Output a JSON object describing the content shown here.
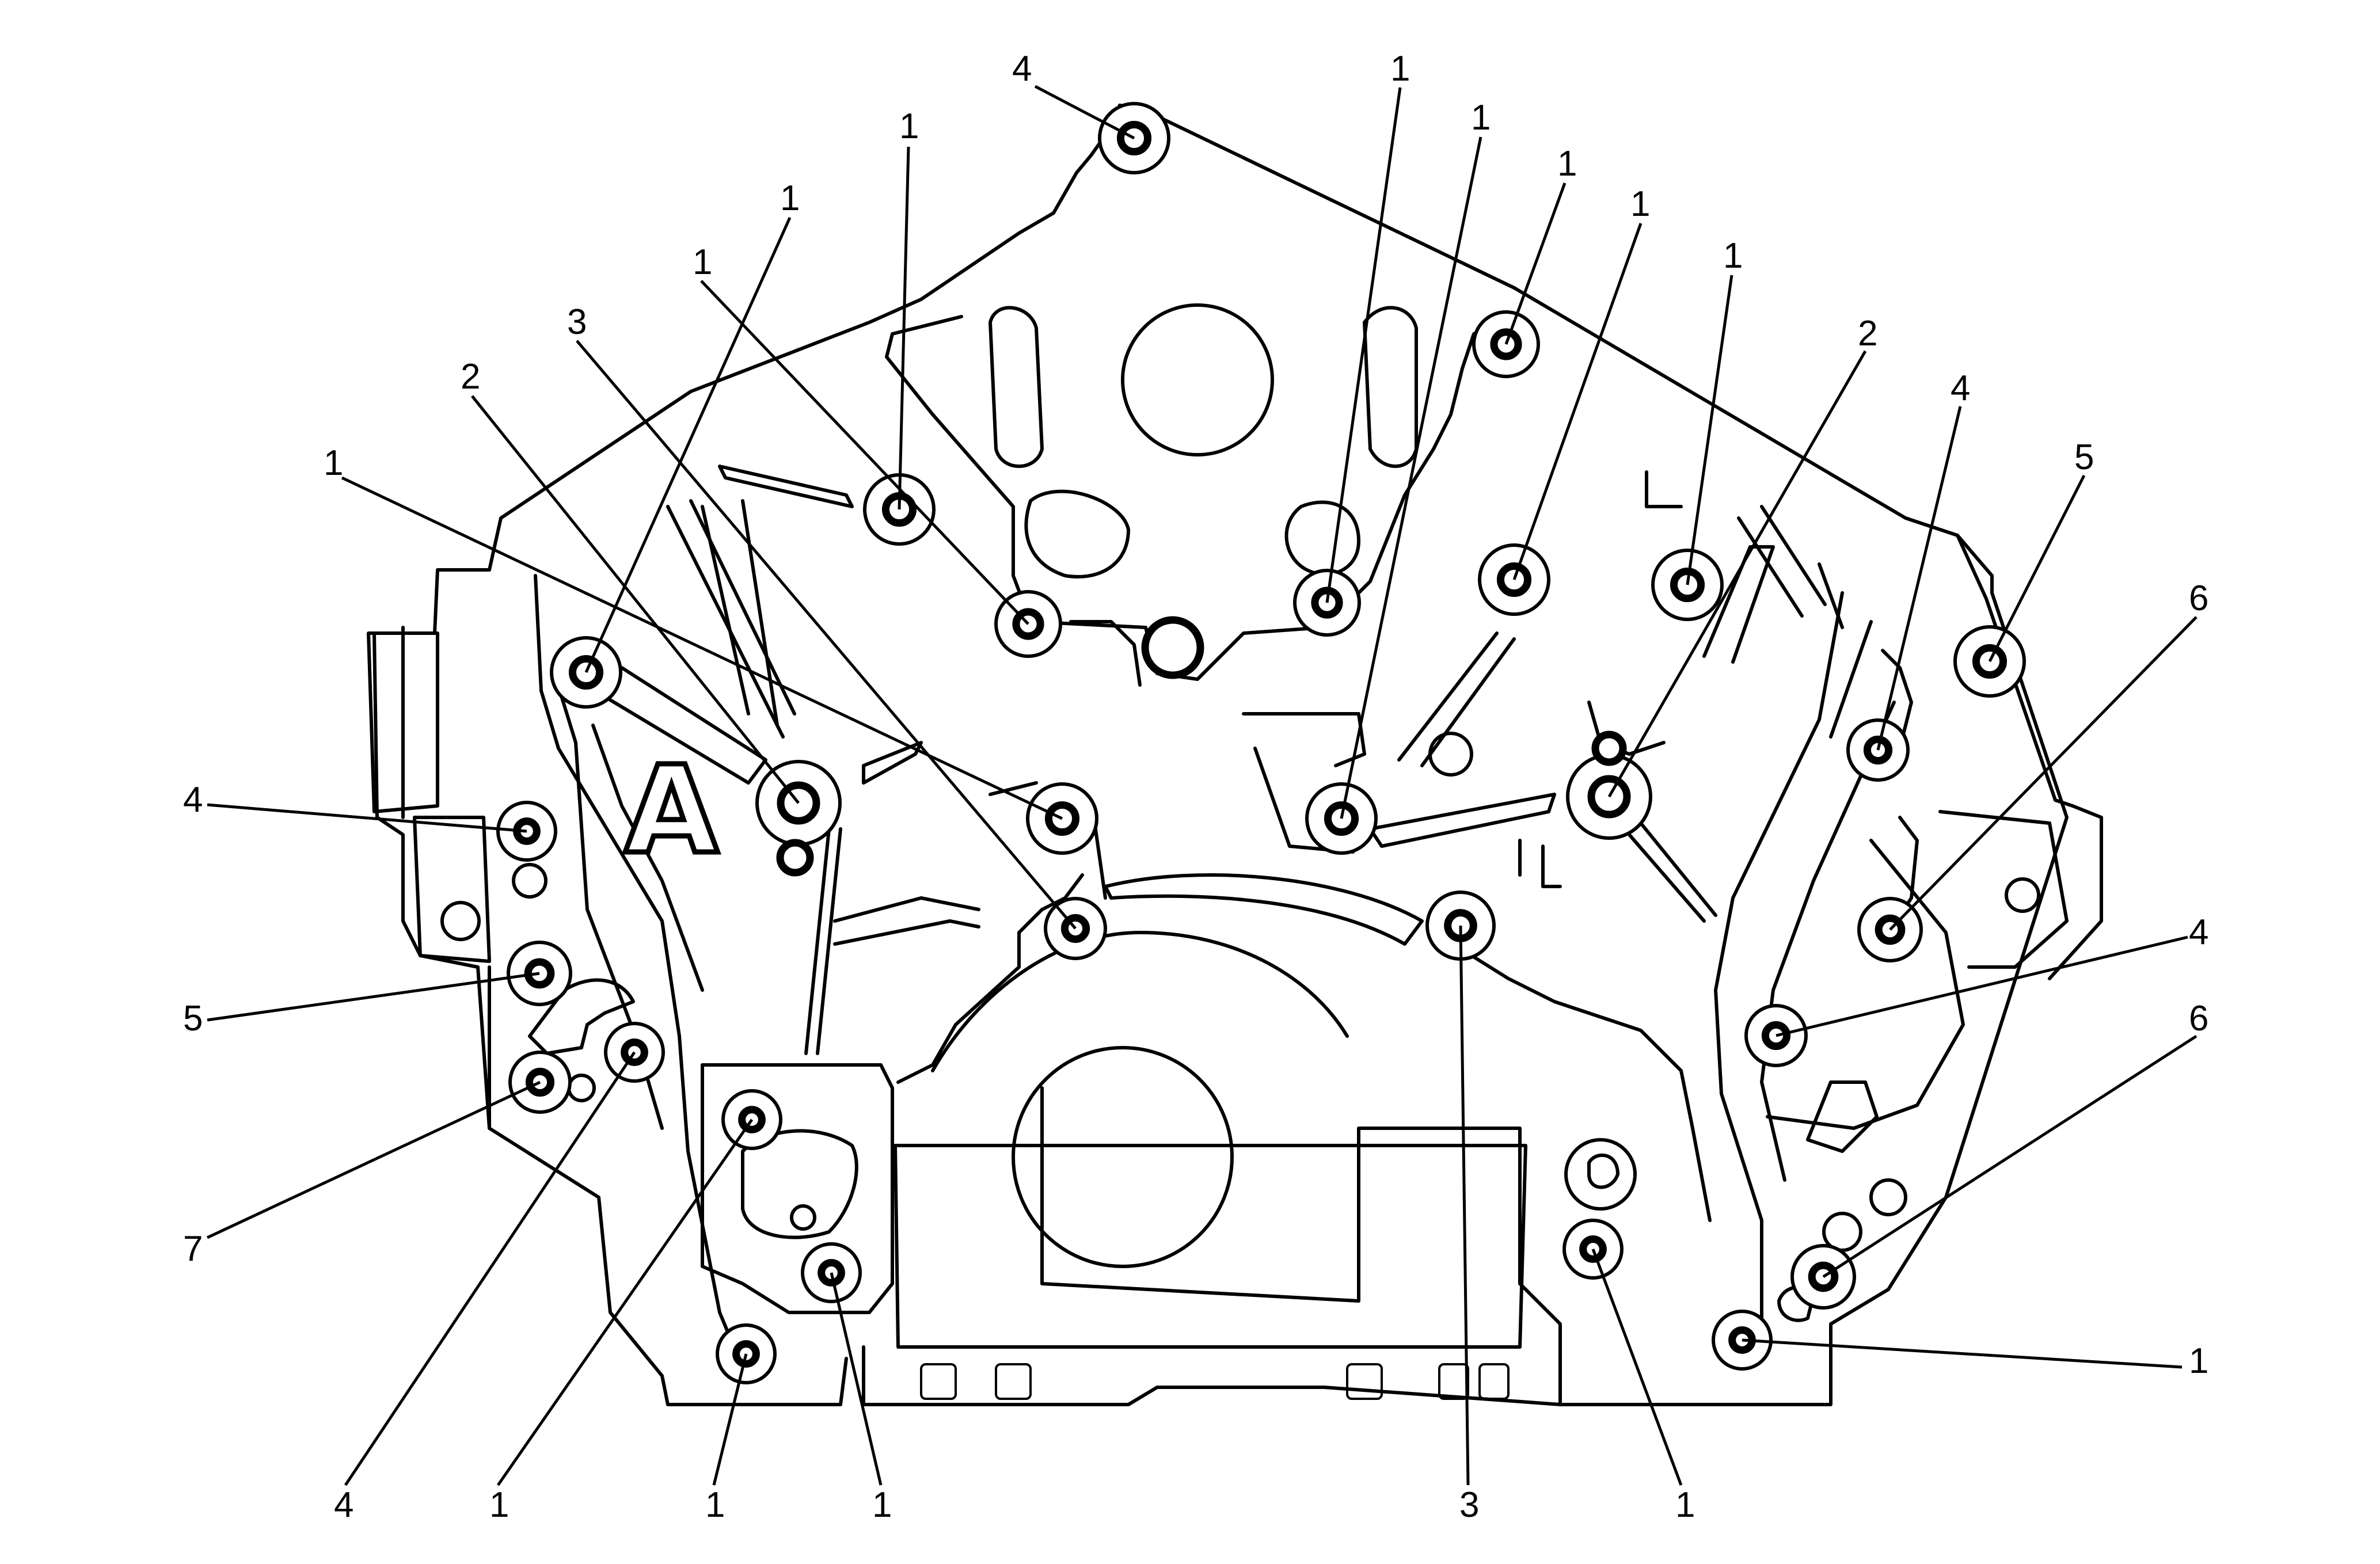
{
  "diagram": {
    "block_stamp": "A",
    "callouts": [
      {
        "id": "c1",
        "number": "4",
        "target": "top-corner-bolt"
      },
      {
        "id": "c2",
        "number": "1",
        "target": "upper-left-bolt-a"
      },
      {
        "id": "c3",
        "number": "1",
        "target": "upper-left-bolt-b"
      },
      {
        "id": "c4",
        "number": "1",
        "target": "upper-left-bolt-c"
      },
      {
        "id": "c5",
        "number": "3",
        "target": "lower-center-left-bolt"
      },
      {
        "id": "c6",
        "number": "2",
        "target": "left-boss-bolt"
      },
      {
        "id": "c7",
        "number": "1",
        "target": "left-deck-bolt"
      },
      {
        "id": "c8",
        "number": "1",
        "target": "center-bolt-a"
      },
      {
        "id": "c9",
        "number": "1",
        "target": "center-bolt-b"
      },
      {
        "id": "c10",
        "number": "1",
        "target": "right-upper-bolt-a"
      },
      {
        "id": "c11",
        "number": "1",
        "target": "right-upper-bolt-b"
      },
      {
        "id": "c12",
        "number": "1",
        "target": "right-upper-bolt-c"
      },
      {
        "id": "c13",
        "number": "2",
        "target": "right-boss-bolt"
      },
      {
        "id": "c14",
        "number": "4",
        "target": "right-side-bolt"
      },
      {
        "id": "c15",
        "number": "5",
        "target": "right-edge-bolt"
      },
      {
        "id": "c16",
        "number": "6",
        "target": "right-mid-bolt"
      },
      {
        "id": "c17",
        "number": "4",
        "target": "right-lower-bolt"
      },
      {
        "id": "c18",
        "number": "6",
        "target": "right-bottom-bolt"
      },
      {
        "id": "c19",
        "number": "1",
        "target": "right-base-bolt"
      },
      {
        "id": "c20",
        "number": "4",
        "target": "left-side-bolt"
      },
      {
        "id": "c21",
        "number": "5",
        "target": "left-edge-bolt"
      },
      {
        "id": "c22",
        "number": "7",
        "target": "left-lower-bolt"
      },
      {
        "id": "c23",
        "number": "4",
        "target": "left-cover-bolt"
      },
      {
        "id": "c24",
        "number": "1",
        "target": "pump-bolt-a"
      },
      {
        "id": "c25",
        "number": "1",
        "target": "pump-bolt-b"
      },
      {
        "id": "c26",
        "number": "1",
        "target": "pump-bolt-c"
      },
      {
        "id": "c27",
        "number": "3",
        "target": "lower-center-right-bolt"
      },
      {
        "id": "c28",
        "number": "1",
        "target": "lower-right-bolt"
      }
    ]
  }
}
